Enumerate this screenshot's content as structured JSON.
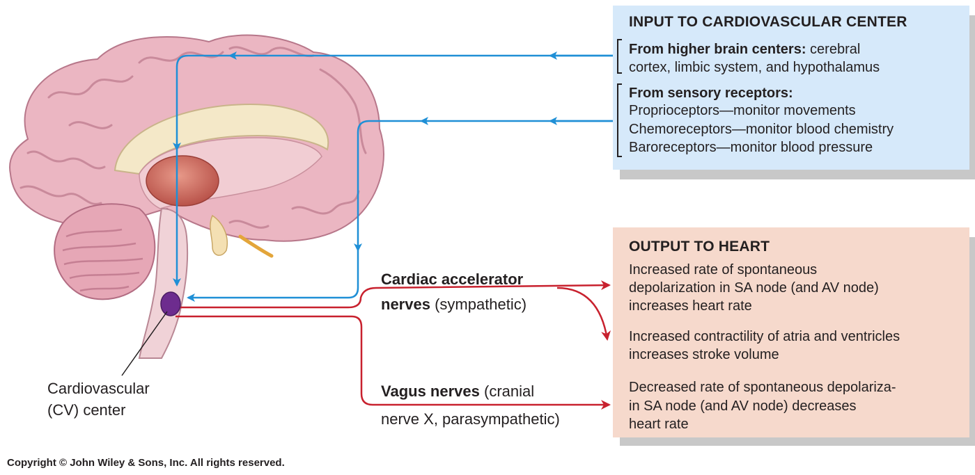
{
  "input_box": {
    "title": "INPUT TO CARDIOVASCULAR CENTER",
    "higher": {
      "heading": "From higher brain centers:",
      "line1_rest": " cerebral",
      "line2": "cortex, limbic system, and hypothalamus"
    },
    "sensory": {
      "heading": "From sensory receptors:",
      "items": [
        "Proprioceptors—monitor movements",
        "Chemoreceptors—monitor blood chemistry",
        "Baroreceptors—monitor blood pressure"
      ]
    }
  },
  "output_box": {
    "title": "OUTPUT TO HEART",
    "item1": [
      "Increased rate of spontaneous",
      "depolarization in SA node (and AV node)",
      "increases heart rate"
    ],
    "item2": [
      "Increased contractility of atria and ventricles",
      "increases stroke volume"
    ],
    "item3": [
      "Decreased rate of spontaneous depolariza-",
      "in SA node (and AV node) decreases",
      "heart rate"
    ]
  },
  "nerves": {
    "accelerator": {
      "bold": "Cardiac accelerator",
      "bold2": "nerves",
      "rest": " (sympathetic)"
    },
    "vagus": {
      "bold": "Vagus nerves",
      "rest": " (cranial",
      "line2": "nerve X, parasympathetic)"
    }
  },
  "cv_center": {
    "line1": "Cardiovascular",
    "line2": "(CV) center"
  },
  "copyright": "Copyright © John Wiley & Sons, Inc. All rights reserved.",
  "colors": {
    "input_bg": "#d6e9fa",
    "output_bg": "#f6d9cc",
    "input_arrow": "#1f8fd6",
    "output_arrow": "#c8212e",
    "brain": "#eab3bf",
    "cv_center": "#6d2c8e"
  }
}
